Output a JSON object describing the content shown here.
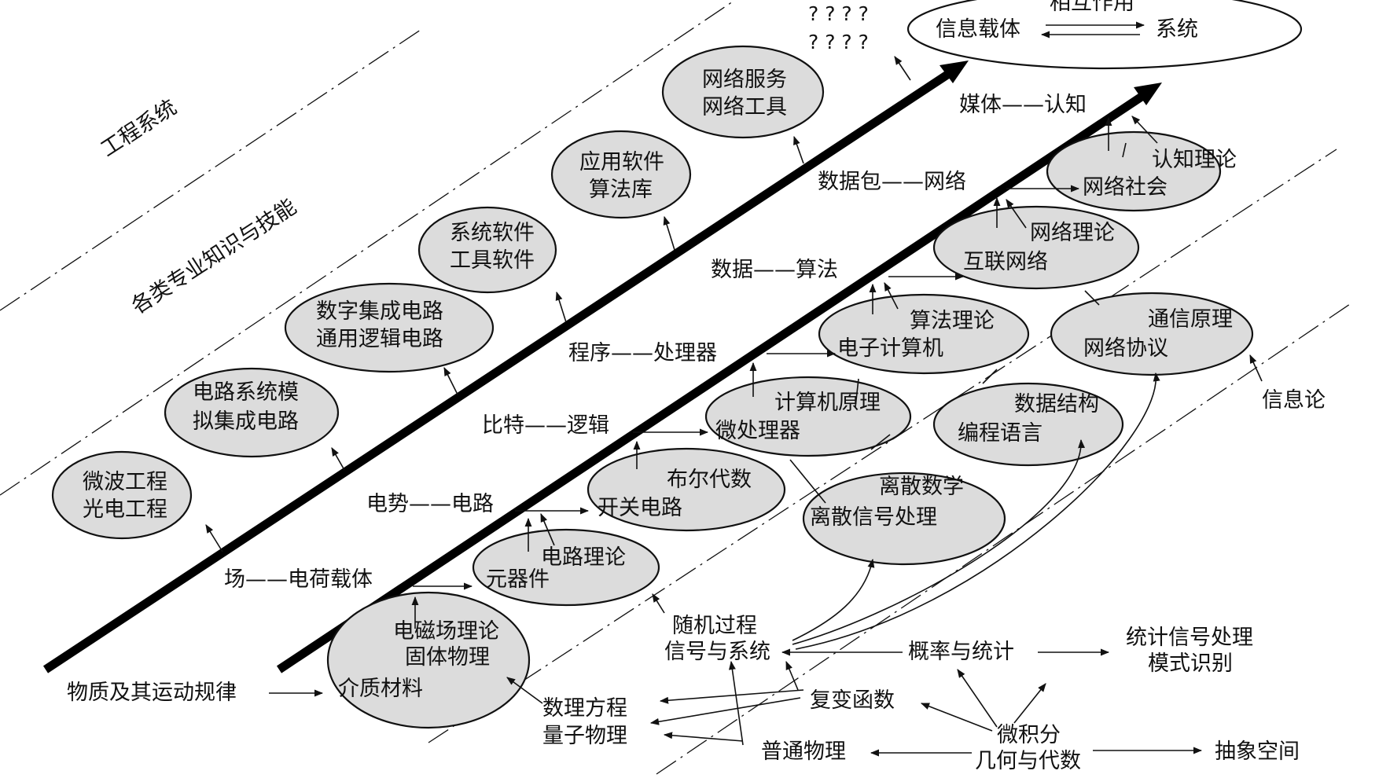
{
  "zones": {
    "engineering": "工程系统",
    "skills": "各类专业知识与技能"
  },
  "unknowns": {
    "row1": "? ? ? ?",
    "row2": "? ? ? ?"
  },
  "top": {
    "left": "信息载体",
    "middle": "相互作用",
    "right": "系统"
  },
  "pairs": {
    "field": "场——电荷载体",
    "potential": "电势——电路",
    "bit": "比特——逻辑",
    "program": "程序——处理器",
    "data": "数据——算法",
    "packet": "数据包——网络",
    "media": "媒体——认知"
  },
  "engineering_ovals": {
    "o1": [
      "微波工程",
      "光电工程"
    ],
    "o2": [
      "电路系统模",
      "拟集成电路"
    ],
    "o3": [
      "数字集成电路",
      "通用逻辑电路"
    ],
    "o4": [
      "系统软件",
      "工具软件"
    ],
    "o5": [
      "应用软件",
      "算法库"
    ],
    "o6": [
      "网络服务",
      "网络工具"
    ]
  },
  "theory_ovals": {
    "em": [
      "电磁场理论",
      "固体物理",
      "介质材料"
    ],
    "circuit": [
      "电路理论",
      "元器件"
    ],
    "switch": [
      "布尔代数",
      "开关电路"
    ],
    "micro": [
      "计算机原理",
      "微处理器"
    ],
    "computer": [
      "算法理论",
      "电子计算机"
    ],
    "internet": [
      "网络理论",
      "互联网络"
    ],
    "society": [
      "认知理论",
      "网络社会"
    ],
    "discrete": [
      "离散数学",
      "离散信号处理"
    ],
    "datastruct": [
      "数据结构",
      "编程语言"
    ],
    "protocol": [
      "通信原理",
      "网络协议"
    ]
  },
  "foundations": {
    "matter": "物质及其运动规律",
    "random": [
      "随机过程",
      "信号与系统"
    ],
    "probability": "概率与统计",
    "stat_sp": [
      "统计信号处理",
      "模式识别"
    ],
    "complex": "复变函数",
    "math_eq": [
      "数理方程",
      "量子物理"
    ],
    "physics": "普通物理",
    "calculus": [
      "微积分",
      "几何与代数"
    ],
    "abstract": "抽象空间",
    "info_theory": "信息论"
  }
}
